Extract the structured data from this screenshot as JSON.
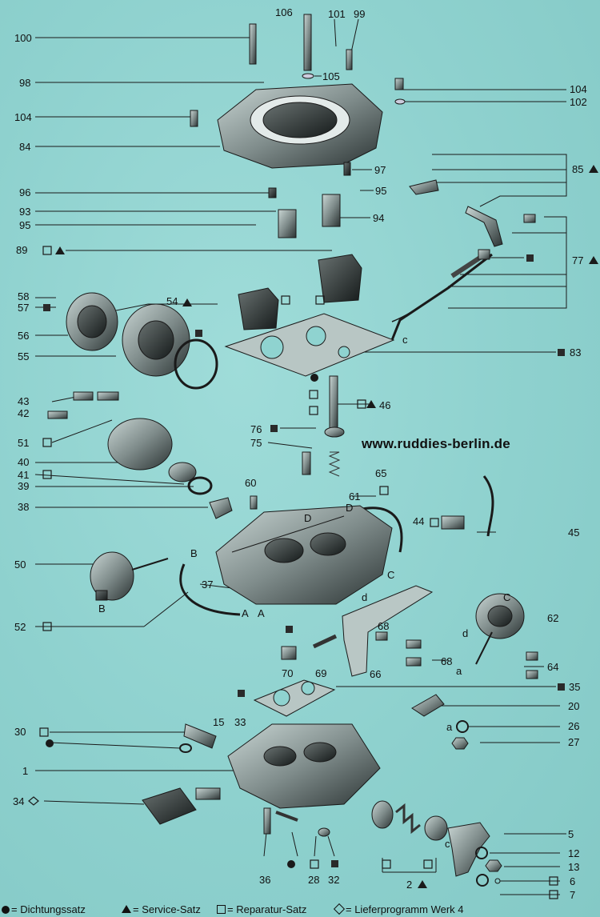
{
  "url_text": "www.ruddies-berlin.de",
  "legend": {
    "dichtung": "= Dichtungssatz",
    "service": "= Service-Satz",
    "reparatur": "= Reparatur-Satz",
    "liefer": "= Lieferprogramm Werk 4"
  },
  "labels": {
    "l100": "100",
    "l98": "98",
    "l104a": "104",
    "l84": "84",
    "l106": "106",
    "l101": "101",
    "l99": "99",
    "l105": "105",
    "l104b": "104",
    "l102": "102",
    "l97": "97",
    "l96": "96",
    "l95a": "95",
    "l93": "93",
    "l95b": "95",
    "l94": "94",
    "l89": "89",
    "l85": "85",
    "l77": "77",
    "l58": "58",
    "l57": "57",
    "l56": "56",
    "l55": "55",
    "l54": "54",
    "l83": "83",
    "l43": "43",
    "l42": "42",
    "l46": "46",
    "l51": "51",
    "l76": "76",
    "l75": "75",
    "l40": "40",
    "l41": "41",
    "l39": "39",
    "l65": "65",
    "l60": "60",
    "l61": "61",
    "l38": "38",
    "l44": "44",
    "l45": "45",
    "l50": "50",
    "l37": "37",
    "l62": "62",
    "l52": "52",
    "l68a": "68",
    "l68b": "68",
    "l64": "64",
    "l70": "70",
    "l69": "69",
    "l66": "66",
    "l35": "35",
    "l15": "15",
    "l33": "33",
    "l20": "20",
    "l30": "30",
    "l26": "26",
    "l27": "27",
    "l1": "1",
    "l34": "34",
    "l5": "5",
    "l12": "12",
    "l13": "13",
    "l6": "6",
    "l7": "7",
    "l36": "36",
    "l28": "28",
    "l32": "32",
    "l2": "2"
  },
  "letters": {
    "b1": "B",
    "b2": "B",
    "a1": "A",
    "a2": "A",
    "c1": "C",
    "c2": "C",
    "c3": "c",
    "d1": "D",
    "d2": "D",
    "d3": "d",
    "d4": "d",
    "a3": "a",
    "a4": "a",
    "c4": "c"
  }
}
